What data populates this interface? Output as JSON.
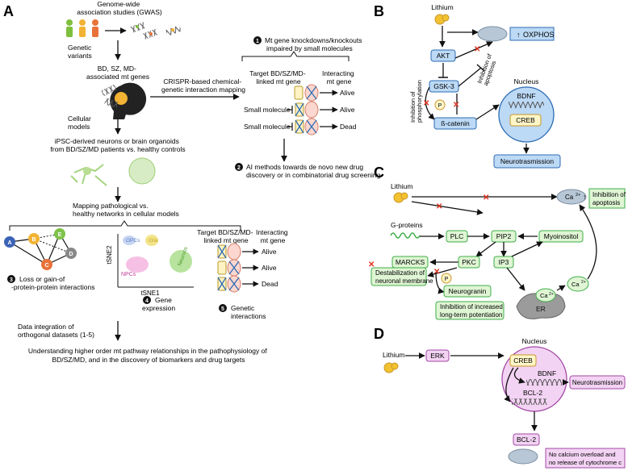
{
  "panels": {
    "A": {
      "letter": "A",
      "gwas": [
        "Genome-wide",
        "association studies (GWAS)"
      ],
      "genetic_variants": [
        "Genetic",
        "variants"
      ],
      "mt_genes": [
        "BD, SZ, MD-",
        "associated mt genes"
      ],
      "cellular_models": [
        "Cellular",
        "models"
      ],
      "ipsc": [
        "iPSC-derived neurons or brain organoids",
        "from BD/SZ/MD patients vs. healthy controls"
      ],
      "mapping": [
        "Mapping pathological vs.",
        "healthy networks in cellular models"
      ],
      "crispr": [
        "CRISPR-based chemical-",
        "genetic interaction mapping"
      ],
      "step1_num": "1",
      "step1": [
        "Mt gene knockdowns/knockouts",
        "impaired by small molecules"
      ],
      "target_header": [
        "Target BD/SZ/MD-",
        "linked mt gene"
      ],
      "interacting_header": [
        "Interacting",
        "mt gene"
      ],
      "small_molecule": "Small molecule",
      "alive": "Alive",
      "dead": "Dead",
      "step2_num": "2",
      "step2": [
        "AI methods towards  de novo new drug",
        "discovery or in combinatorial drug screening"
      ],
      "network_nodes": [
        "A",
        "B",
        "C",
        "D",
        "E"
      ],
      "step3_num": "3",
      "step3": [
        "Loss or gain-of",
        "-protein-protein interactions"
      ],
      "tsne_y": "tSNE2",
      "tsne_x": "tSNE1",
      "cluster_labels": [
        "OPCs",
        "Glia",
        "Neurons",
        "NPCs"
      ],
      "step4_num": "4",
      "step4": [
        "Gene",
        "expression"
      ],
      "step5_num": "5",
      "step5": [
        "Genetic",
        "interactions"
      ],
      "integration": [
        "Data integration of",
        "orthogonal datasets (1-5)"
      ],
      "conclusion": [
        "Understanding higher order mt pathway relationships in the pathophysiology of",
        "BD/SZ/MD, and in the discovery of biomarkers and drug targets"
      ]
    },
    "B": {
      "letter": "B",
      "lithium": "Lithium",
      "oxphos": "OXPHOS",
      "akt": "AKT",
      "gsk3": "GSK-3",
      "inhibition_apoptosis": [
        "Inhibition of",
        "apoptosis"
      ],
      "inhibition_phosphorylation": [
        "Inhibition of",
        "phosphorylation"
      ],
      "p": "P",
      "beta_catenin": "ß-catenin",
      "nucleus": "Nucleus",
      "bdnf": "BDNF",
      "creb": "CREB",
      "neurotransmission": "Neurotrasmission"
    },
    "C": {
      "letter": "C",
      "lithium": "Lithium",
      "ca": "Ca",
      "ca_sup": "2+",
      "inhibition_apoptosis": [
        "Inhibition of",
        "apoptosis"
      ],
      "g_proteins": "G-proteins",
      "plc": "PLC",
      "pip2": "PIP2",
      "myoinositol": "Myoinositol",
      "marcks": "MARCKS",
      "pkc": "PKC",
      "ip3": "IP3",
      "destabilization": [
        "Destabilization of",
        "neuronal membrane"
      ],
      "p": "P",
      "neurogranin": "Neurogranin",
      "er": "ER",
      "inhibition_ltp": [
        "Inhibition of increased",
        "long-term potentiation"
      ]
    },
    "D": {
      "letter": "D",
      "lithium": "Lithium",
      "erk": "ERK",
      "nucleus": "Nucleus",
      "creb": "CREB",
      "bdnf": "BDNF",
      "bcl2": "BCL-2",
      "neurotransmission": "Neurotrasmission",
      "bcl2_mito": "BCL-2",
      "no_calcium": [
        "No calcium overload and",
        "no release of cytochrome c"
      ]
    }
  },
  "colors": {
    "green_fill": "#dff5d4",
    "green_stroke": "#3fae49",
    "blue_fill": "#bcd9f5",
    "blue_stroke": "#2e6db4",
    "purple_fill": "#f3d3f3",
    "purple_stroke": "#a24aa6",
    "inhibit_red": "#e0301e",
    "lithium_gold": "#f2c230",
    "mito_gray": "#b7c7d6"
  }
}
